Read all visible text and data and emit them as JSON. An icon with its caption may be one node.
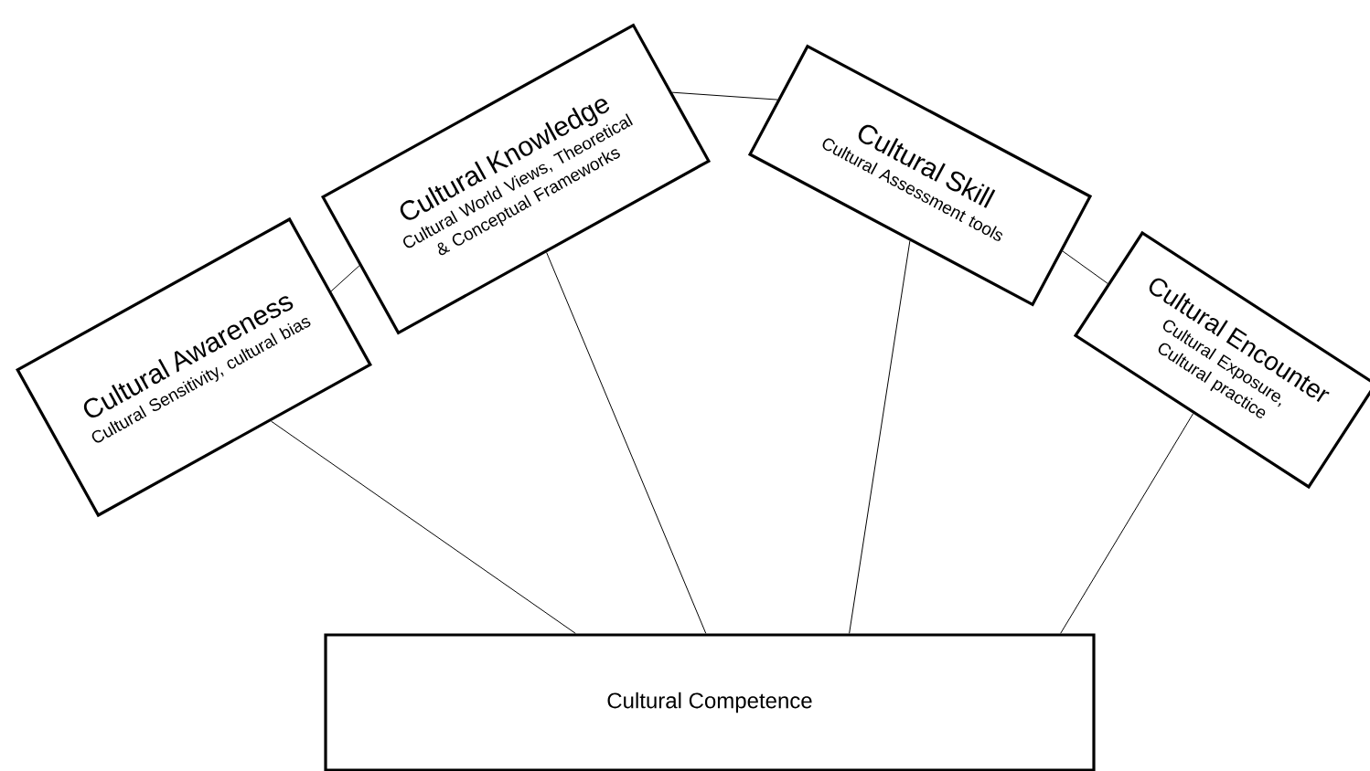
{
  "diagram": {
    "nodes": [
      {
        "text": [
          "Cultural Awareness",
          "Cultural Sensitivity, cultural bias"
        ]
      },
      {
        "text": [
          "Cultural Knowledge",
          "Cultural World Views, Theoretical & Conceptual Frameworks"
        ]
      },
      {
        "text": [
          "Cultural Skill",
          "Cultural Assessment  tools"
        ]
      },
      {
        "text": [
          "Cultural Encounter",
          "Cultural Exposure, Cultural practice"
        ]
      },
      {
        "text": [
          "Cultural Competence"
        ]
      }
    ],
    "edges": [
      {
        "from": 0,
        "to": 4,
        "arrow": "none"
      },
      {
        "from": 1,
        "to": 4,
        "arrow": "none"
      },
      {
        "from": 2,
        "to": 4,
        "arrow": "none"
      },
      {
        "from": 3,
        "to": 4,
        "arrow": "none"
      },
      {
        "from": 0,
        "to": 1,
        "arrow": "none"
      },
      {
        "from": 1,
        "to": 2,
        "arrow": "none"
      },
      {
        "from": 2,
        "to": 3,
        "arrow": "none"
      }
    ]
  }
}
